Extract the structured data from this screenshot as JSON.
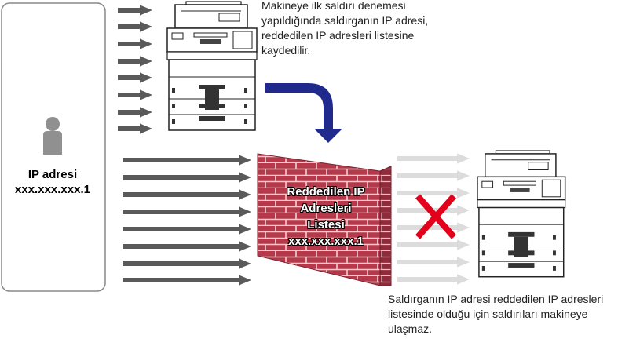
{
  "attacker": {
    "label": "IP adresi",
    "ip": "xxx.xxx.xxx.1"
  },
  "wall": {
    "lines": [
      "Reddedilen IP",
      "Adresleri",
      "Listesi",
      "xxx.xxx.xxx.1"
    ]
  },
  "notes": {
    "top": "Makineye ilk saldırı denemesi\nyapıldığında saldırganın IP adresi,\nreddedilen IP adresleri listesine\nkaydedilir.",
    "bottom": "Saldırganın IP adresi reddedilen IP adresleri\nlistesinde olduğu için saldırıları makineye\nulaşmaz."
  },
  "colors": {
    "arrow_dark": "#5a5a5a",
    "arrow_light": "#dcdcdc",
    "brick": "#b5394a",
    "mortar": "#f0d0d4",
    "curved_arrow": "#1f2a8c",
    "cross": "#e3001b",
    "person": "#909090"
  },
  "icons": {
    "attacker": "person-icon",
    "printer": "printer-icon",
    "blocked": "cross-icon"
  }
}
